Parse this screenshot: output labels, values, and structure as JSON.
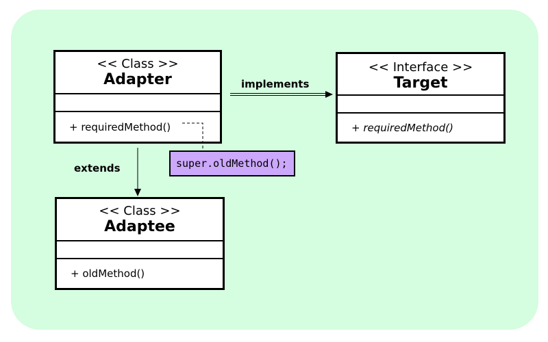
{
  "adapter": {
    "stereotype": "<< Class >>",
    "name": "Adapter",
    "method": "+ requiredMethod()"
  },
  "target": {
    "stereotype": "<< Interface >>",
    "name": "Target",
    "method": "+ requiredMethod()"
  },
  "adaptee": {
    "stereotype": "<< Class >>",
    "name": "Adaptee",
    "method": "+ oldMethod()"
  },
  "relations": {
    "implements": "implements",
    "extends": "extends"
  },
  "note": {
    "text": "super.oldMethod();"
  },
  "colors": {
    "background": "#d5fde0",
    "note": "#cba8fa",
    "line": "#000000"
  }
}
